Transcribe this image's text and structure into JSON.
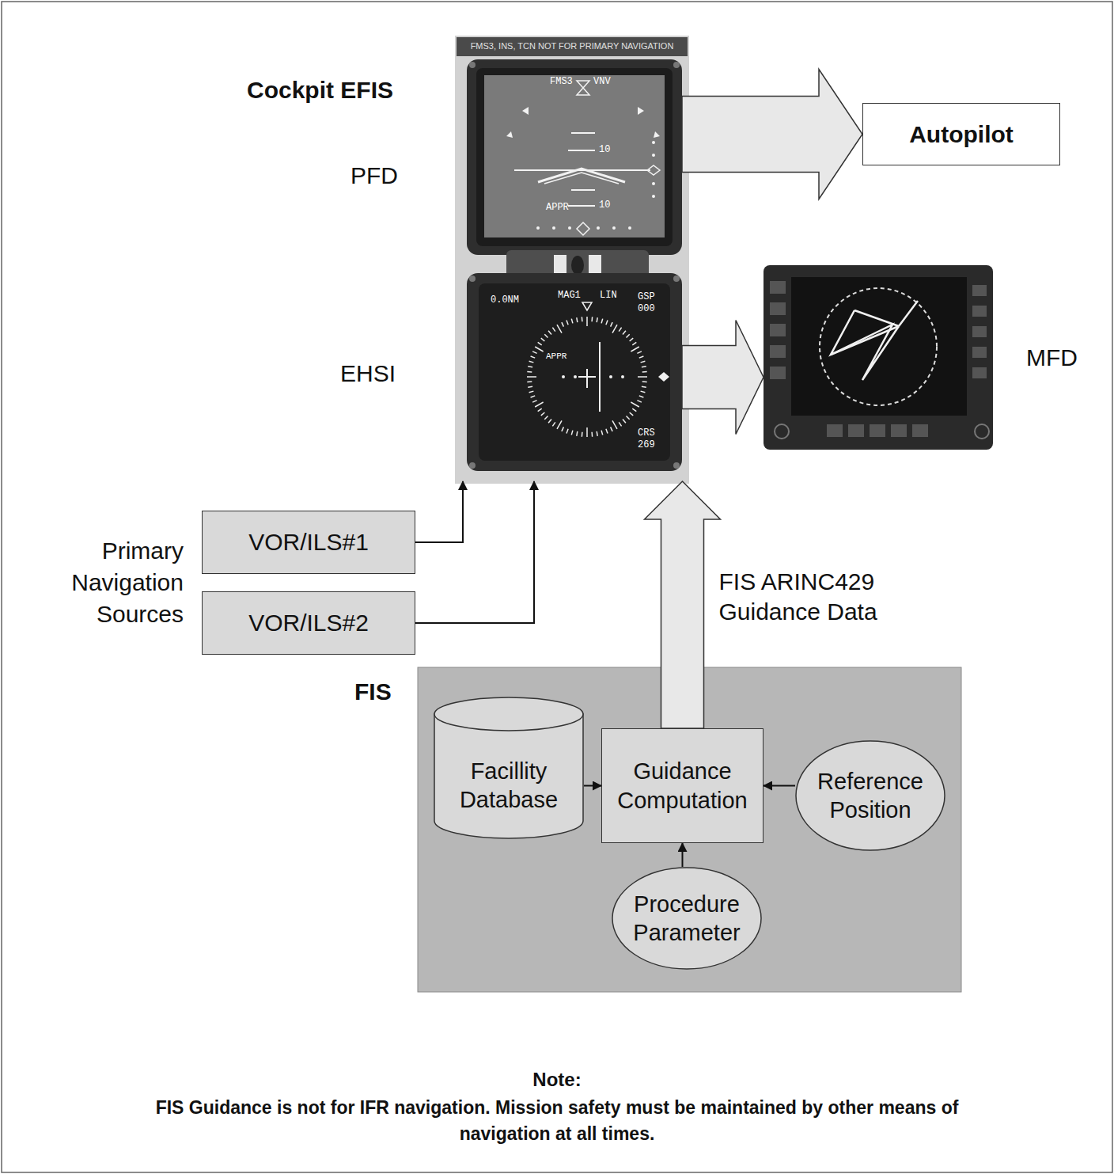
{
  "diagram": {
    "nodes": [
      {
        "text": [
          "PFD"
        ]
      },
      {
        "text": [
          "EHSI"
        ]
      },
      {
        "text": [
          "Autopilot"
        ]
      },
      {
        "text": [
          "MFD"
        ]
      },
      {
        "text": [
          "VOR/ILS#1"
        ]
      },
      {
        "text": [
          "VOR/ILS#2"
        ]
      },
      {
        "text": [
          "FIS"
        ]
      },
      {
        "text": [
          "Facillity Database"
        ],
        "in": 6
      },
      {
        "text": [
          "Guidance Computation"
        ],
        "in": 6
      },
      {
        "text": [
          "Reference Position"
        ],
        "in": 6
      },
      {
        "text": [
          "Procedure Parameter"
        ],
        "in": 6
      }
    ],
    "edges": [
      {
        "from": 0,
        "to": 2,
        "arrow": "to"
      },
      {
        "from": 1,
        "to": 3,
        "arrow": "to"
      },
      {
        "from": 4,
        "to": 1,
        "arrow": "to"
      },
      {
        "from": 5,
        "to": 1,
        "arrow": "to"
      },
      {
        "from": 8,
        "to": 1,
        "label": "FIS ARINC429 Guidance Data",
        "arrow": "to"
      },
      {
        "from": 7,
        "to": 8,
        "arrow": "to"
      },
      {
        "from": 9,
        "to": 8,
        "arrow": "to"
      },
      {
        "from": 10,
        "to": 8,
        "arrow": "to"
      }
    ],
    "labels": [
      "Cockpit EFIS",
      "FMS3, INS, TCN NOT FOR PRIMARY NAVIGATION",
      "FMS3",
      "VNV",
      "10",
      "10",
      "APPR",
      "0.0NM",
      "MAG1",
      "LIN",
      "GSP",
      "000",
      "APPR",
      "CRS",
      "269",
      "Primary Navigation Sources",
      "Note:",
      "FIS Guidance is not for IFR navigation. Mission safety must be maintained by other means of navigation at all times."
    ]
  }
}
